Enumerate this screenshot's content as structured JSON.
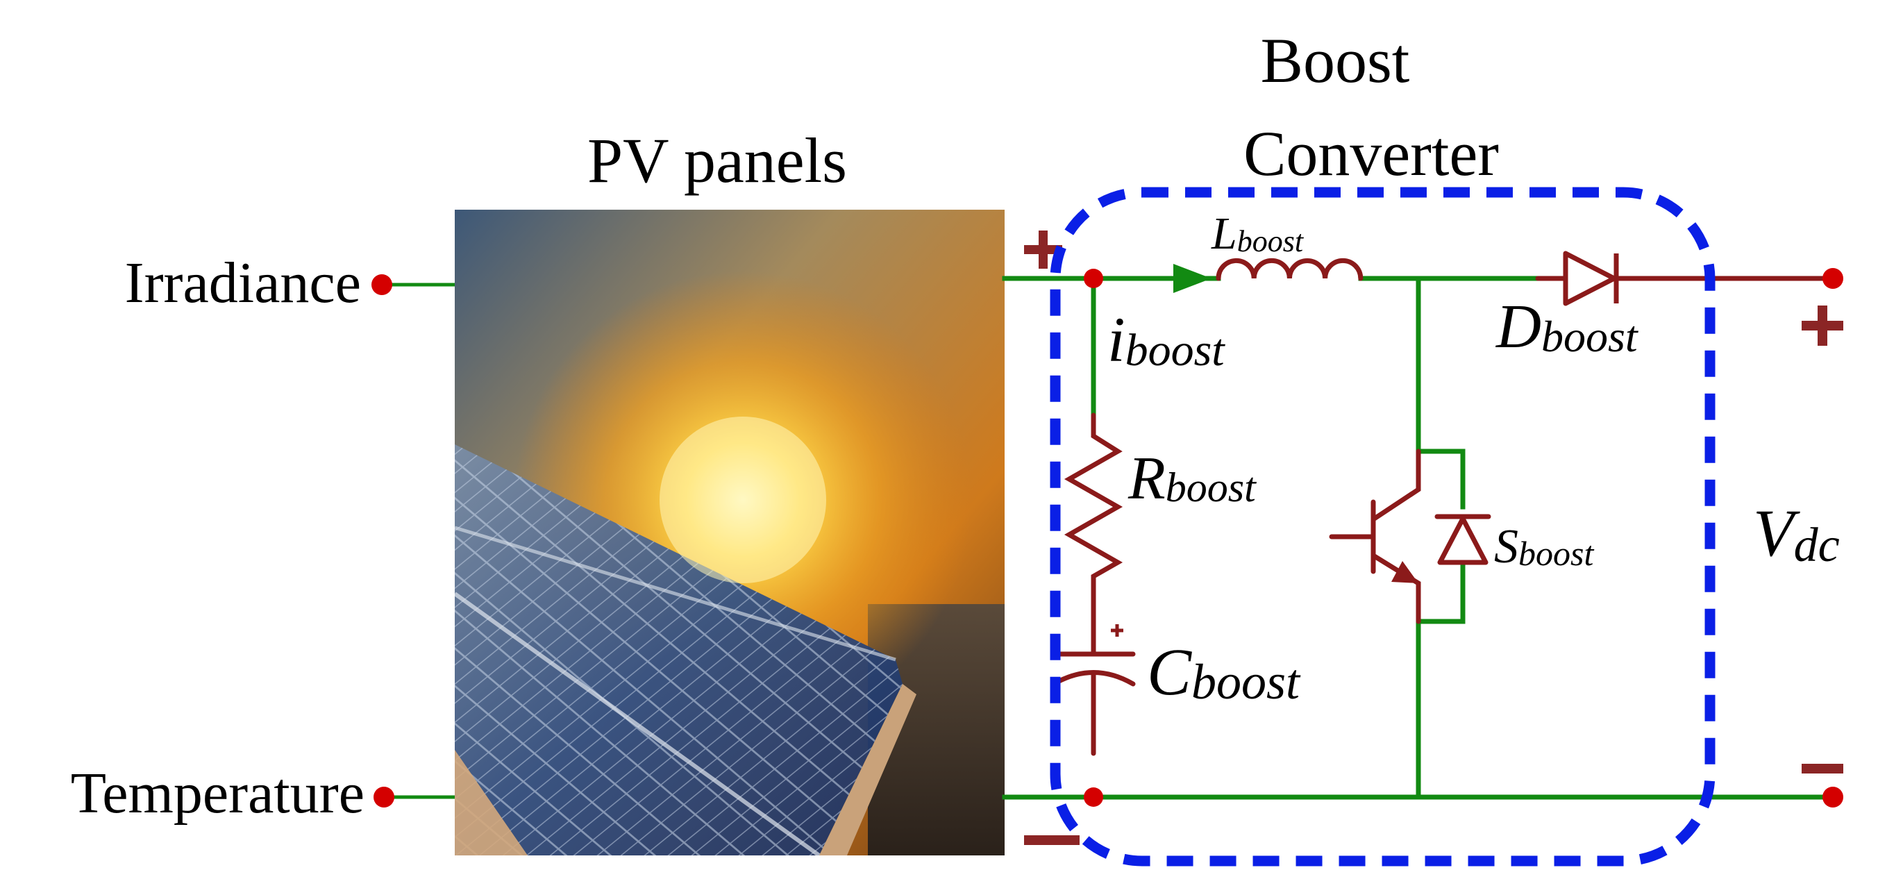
{
  "title": {
    "line1": "Boost",
    "line2": "Converter"
  },
  "pv_label": "PV panels",
  "inputs": {
    "irradiance": "Irradiance",
    "temperature": "Temperature"
  },
  "components": {
    "inductor": {
      "main": "L",
      "sub": "boost"
    },
    "current": {
      "main": "i",
      "sub": "boost"
    },
    "resistor": {
      "main": "R",
      "sub": "boost"
    },
    "capacitor": {
      "main": "C",
      "sub": "boost"
    },
    "diode": {
      "main": "D",
      "sub": "boost"
    },
    "switch": {
      "main": "S",
      "sub": "boost"
    },
    "output_voltage": {
      "main": "V",
      "sub": "dc"
    }
  },
  "colors": {
    "wire_green": "#128a12",
    "component_red": "#8b1a1a",
    "terminal_red": "#d40000",
    "boundary_blue": "#0a1fe6",
    "sign_red": "#8b2525"
  },
  "icons": {
    "pv_image": "solar-panel-sunset-image"
  }
}
